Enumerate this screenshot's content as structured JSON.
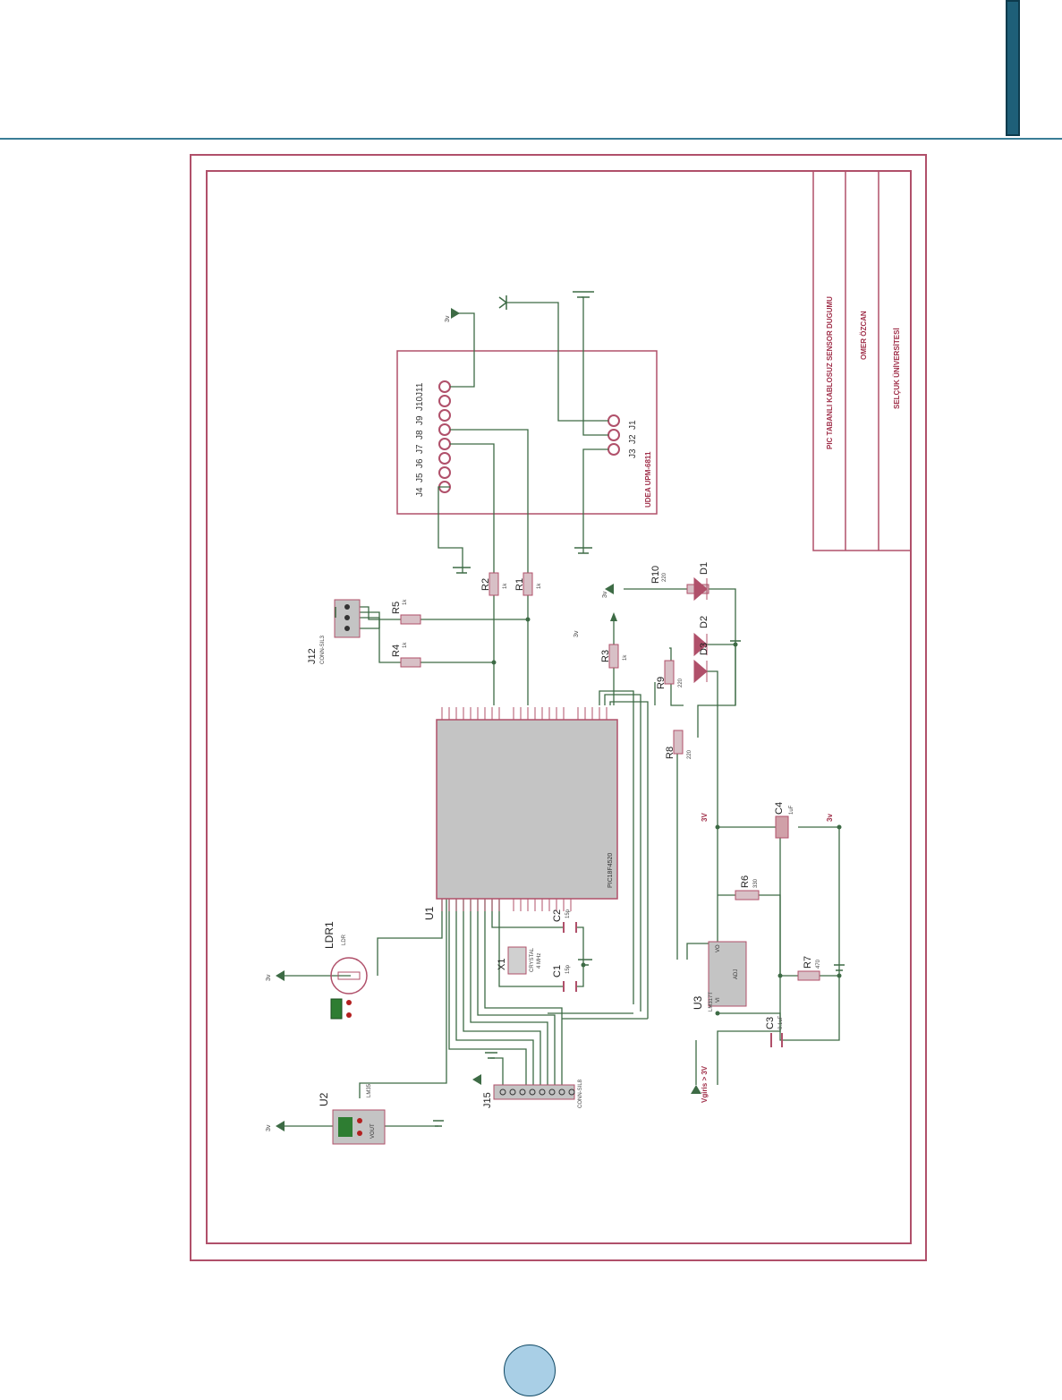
{
  "colors": {
    "frame": "#b0506a",
    "wire": "#3d6b45",
    "chip": "#c4c4c4",
    "header_rule": "#3a7d96",
    "badge": "#a9cfe6"
  },
  "title_block": {
    "project": "PIC TABANLI KABLOSUZ SENSOR DUGUMU",
    "author": "OMER ÖZCAN",
    "institution": "SELÇUK ÜNİVERSİTESİ"
  },
  "module": {
    "name": "UDEA UPM-6811",
    "pins_top": [
      "J4",
      "J5",
      "J6",
      "J7",
      "J8",
      "J9",
      "J10",
      "J11"
    ],
    "pins_side": [
      "J3",
      "J2",
      "J1"
    ]
  },
  "mcu": {
    "ref": "U1",
    "part": "PIC18F4520"
  },
  "components": {
    "ldr": {
      "ref": "LDR1",
      "value": "LDR"
    },
    "sensor": {
      "ref": "U2",
      "value": "LM35",
      "pin": "VOUT"
    },
    "crystal": {
      "ref": "X1",
      "value": "CRYSTAL",
      "freq": "4 MHz"
    },
    "c1": {
      "ref": "C1",
      "value": "15p"
    },
    "c2": {
      "ref": "C2",
      "value": "15p"
    },
    "c3": {
      "ref": "C3",
      "value": "0.1uF"
    },
    "c4": {
      "ref": "C4",
      "value": "1uF"
    },
    "r1": {
      "ref": "R1",
      "value": "1k"
    },
    "r2": {
      "ref": "R2",
      "value": "1k"
    },
    "r3": {
      "ref": "R3",
      "value": "1k"
    },
    "r4": {
      "ref": "R4",
      "value": "1k"
    },
    "r5": {
      "ref": "R5",
      "value": "1k"
    },
    "r6": {
      "ref": "R6",
      "value": "330"
    },
    "r7": {
      "ref": "R7",
      "value": "470"
    },
    "r8": {
      "ref": "R8",
      "value": "220"
    },
    "r9": {
      "ref": "R9",
      "value": "220"
    },
    "r10": {
      "ref": "R10",
      "value": "220"
    },
    "d1": {
      "ref": "D1"
    },
    "d2": {
      "ref": "D2"
    },
    "d3": {
      "ref": "D3"
    },
    "j12": {
      "ref": "J12",
      "value": "CONN-SIL3"
    },
    "j15": {
      "ref": "J15",
      "value": "CONN-SIL8"
    },
    "u3": {
      "ref": "U3",
      "value": "LM317T",
      "pin_out": "VO",
      "pin_adj": "ADJ",
      "pin_in": "VI"
    }
  },
  "power": {
    "v3": "3V",
    "v3_short": "3v",
    "v_out": "3v",
    "v_in": "Vgiris > 3V"
  }
}
